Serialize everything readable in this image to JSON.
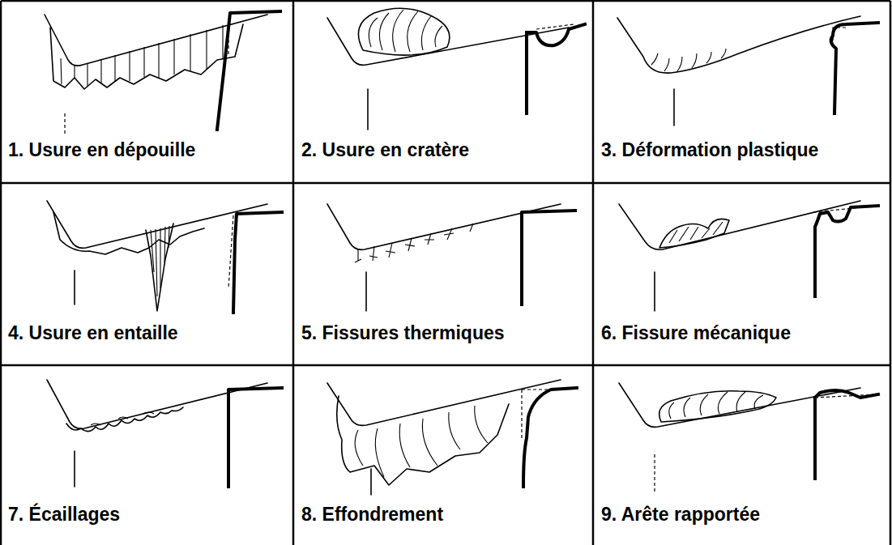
{
  "diagram": {
    "labels": [
      "1. Usure en dépouille",
      "2. Usure en cratère",
      "3. Déformation plastique",
      "4. Usure en entaille",
      "5. Fissures thermiques",
      "6. Fissure mécanique",
      "7. Écaillages",
      "8. Effondrement",
      "9. Arête rapportée"
    ]
  }
}
